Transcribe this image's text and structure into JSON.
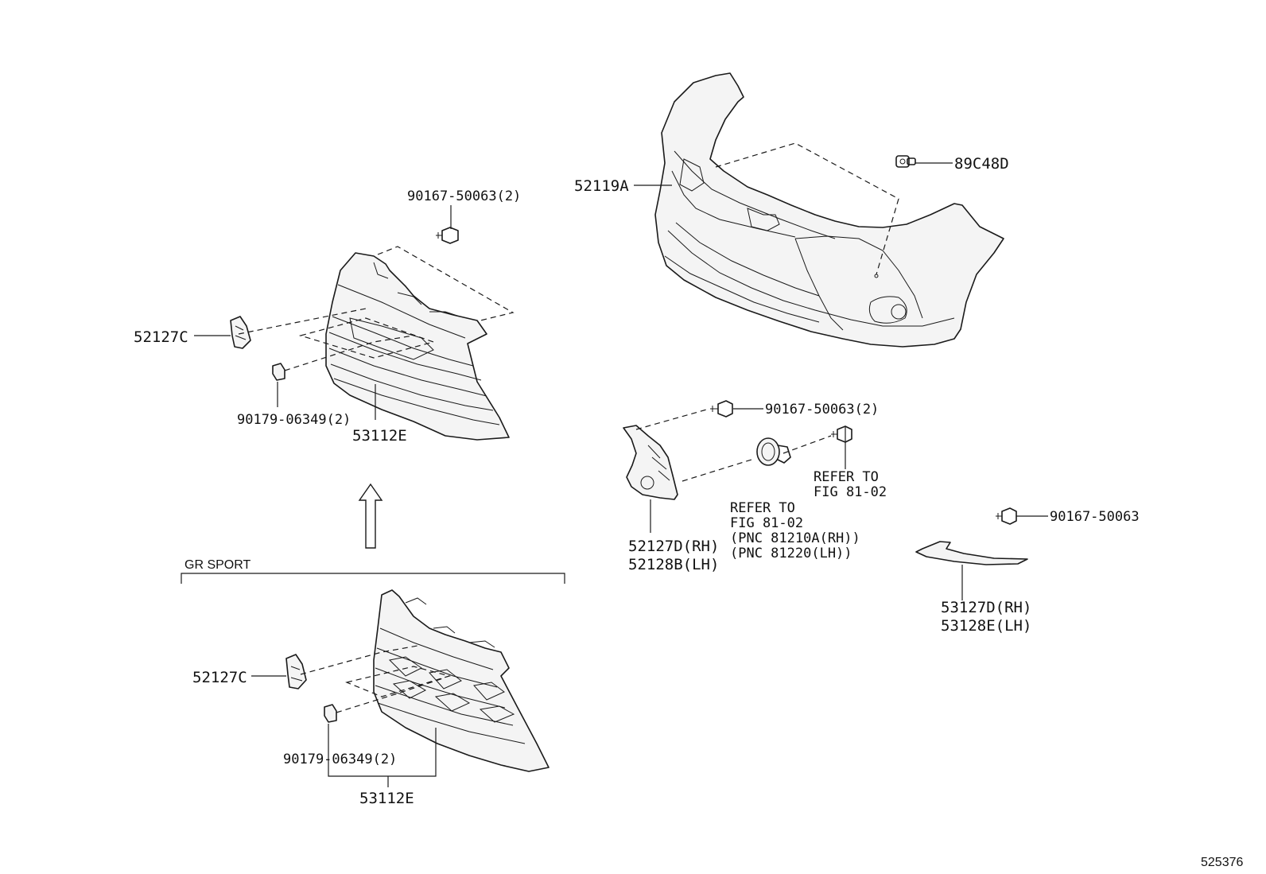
{
  "parts": {
    "p52119A": "52119A",
    "p89C48D": "89C48D",
    "p90167_top": "90167-50063(2)",
    "p52127C_top": "52127C",
    "p90179_top": "90179-06349(2)",
    "p53112E_top": "53112E",
    "p90167_mid": "90167-50063(2)",
    "refer_right": [
      "REFER TO",
      "FIG 81-02"
    ],
    "refer_mid": [
      "REFER TO",
      "FIG 81-02",
      "(PNC 81210A(RH))",
      "(PNC 81220(LH))"
    ],
    "p52127D": [
      "52127D(RH)",
      "52128B(LH)"
    ],
    "p90167_right": "90167-50063",
    "p53127D": [
      "53127D(RH)",
      "53128E(LH)"
    ],
    "gr_sport": "GR SPORT",
    "p52127C_bot": "52127C",
    "p90179_bot": "90179-06349(2)",
    "p53112E_bot": "53112E"
  },
  "figure_number": "525376"
}
